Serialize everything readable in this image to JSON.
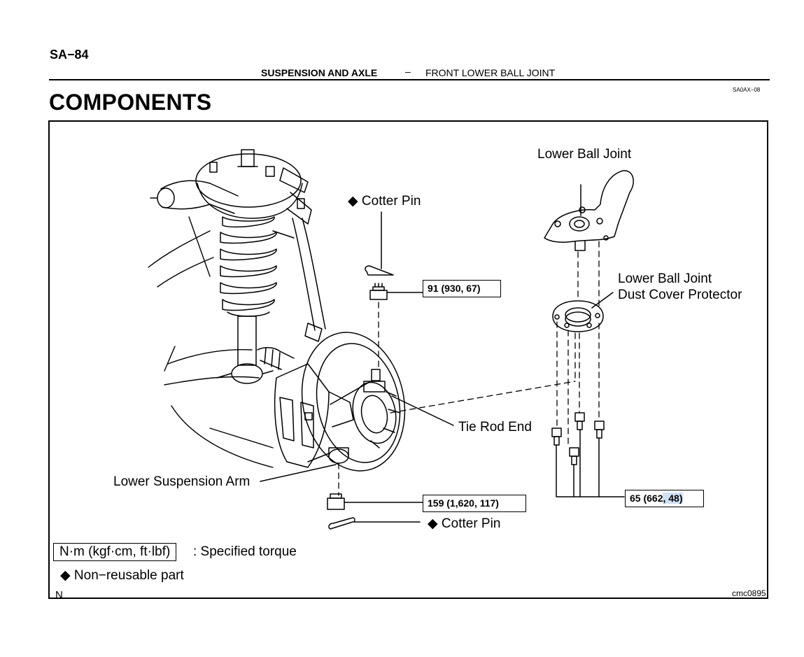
{
  "header": {
    "page_number": "SA−84",
    "section": "SUSPENSION AND AXLE",
    "separator": "–",
    "topic": "FRONT LOWER BALL JOINT",
    "doc_code": "SA0AX−08"
  },
  "title": "COMPONENTS",
  "figure": {
    "labels": {
      "lower_ball_joint": "Lower Ball Joint",
      "dust_cover_line1": "Lower Ball Joint",
      "dust_cover_line2": "Dust Cover Protector",
      "cotter_pin_top": "Cotter Pin",
      "cotter_pin_bottom": "Cotter Pin",
      "tie_rod_end": "Tie Rod End",
      "lower_suspension_arm": "Lower Suspension Arm"
    },
    "torques": {
      "tie_rod_nut": "91 (930, 67)",
      "ball_joint_nut": "159 (1,620, 117)",
      "bolts_main": "65 (662",
      "bolts_highlight": ", 48)"
    },
    "legend": {
      "unit_box": "N·m (kgf·cm, ft·lbf)",
      "unit_desc": ": Specified torque",
      "nonreusable": "Non−reusable part",
      "diamond": "◆"
    },
    "corner_mark": "N",
    "figure_code": "cmc0895"
  }
}
